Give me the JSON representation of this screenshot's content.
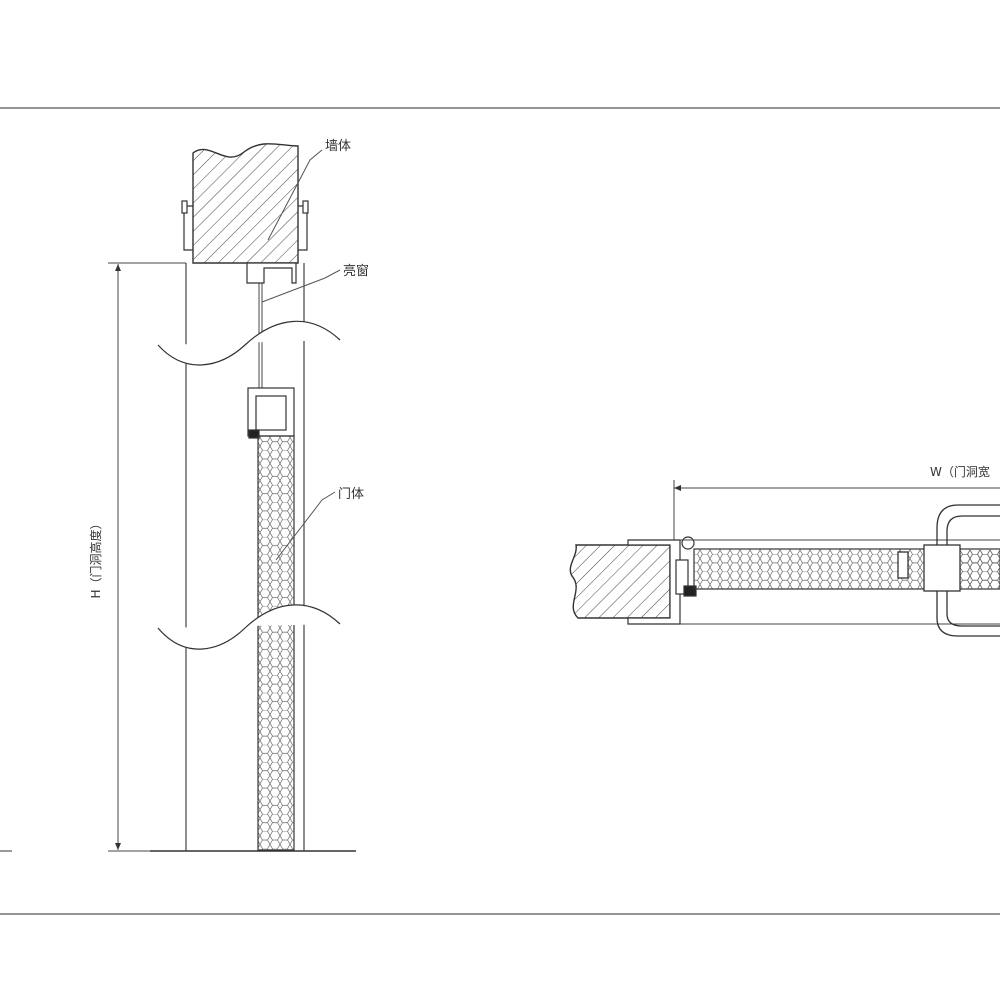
{
  "labels": {
    "wall": "墙体",
    "transom": "亮窗",
    "door_body": "门体",
    "height_dim": "H（门洞高度）",
    "width_dim": "W（门洞宽"
  },
  "colors": {
    "line": "#333333",
    "frame_border": "#555555",
    "seal": "#222222",
    "background": "#ffffff"
  }
}
